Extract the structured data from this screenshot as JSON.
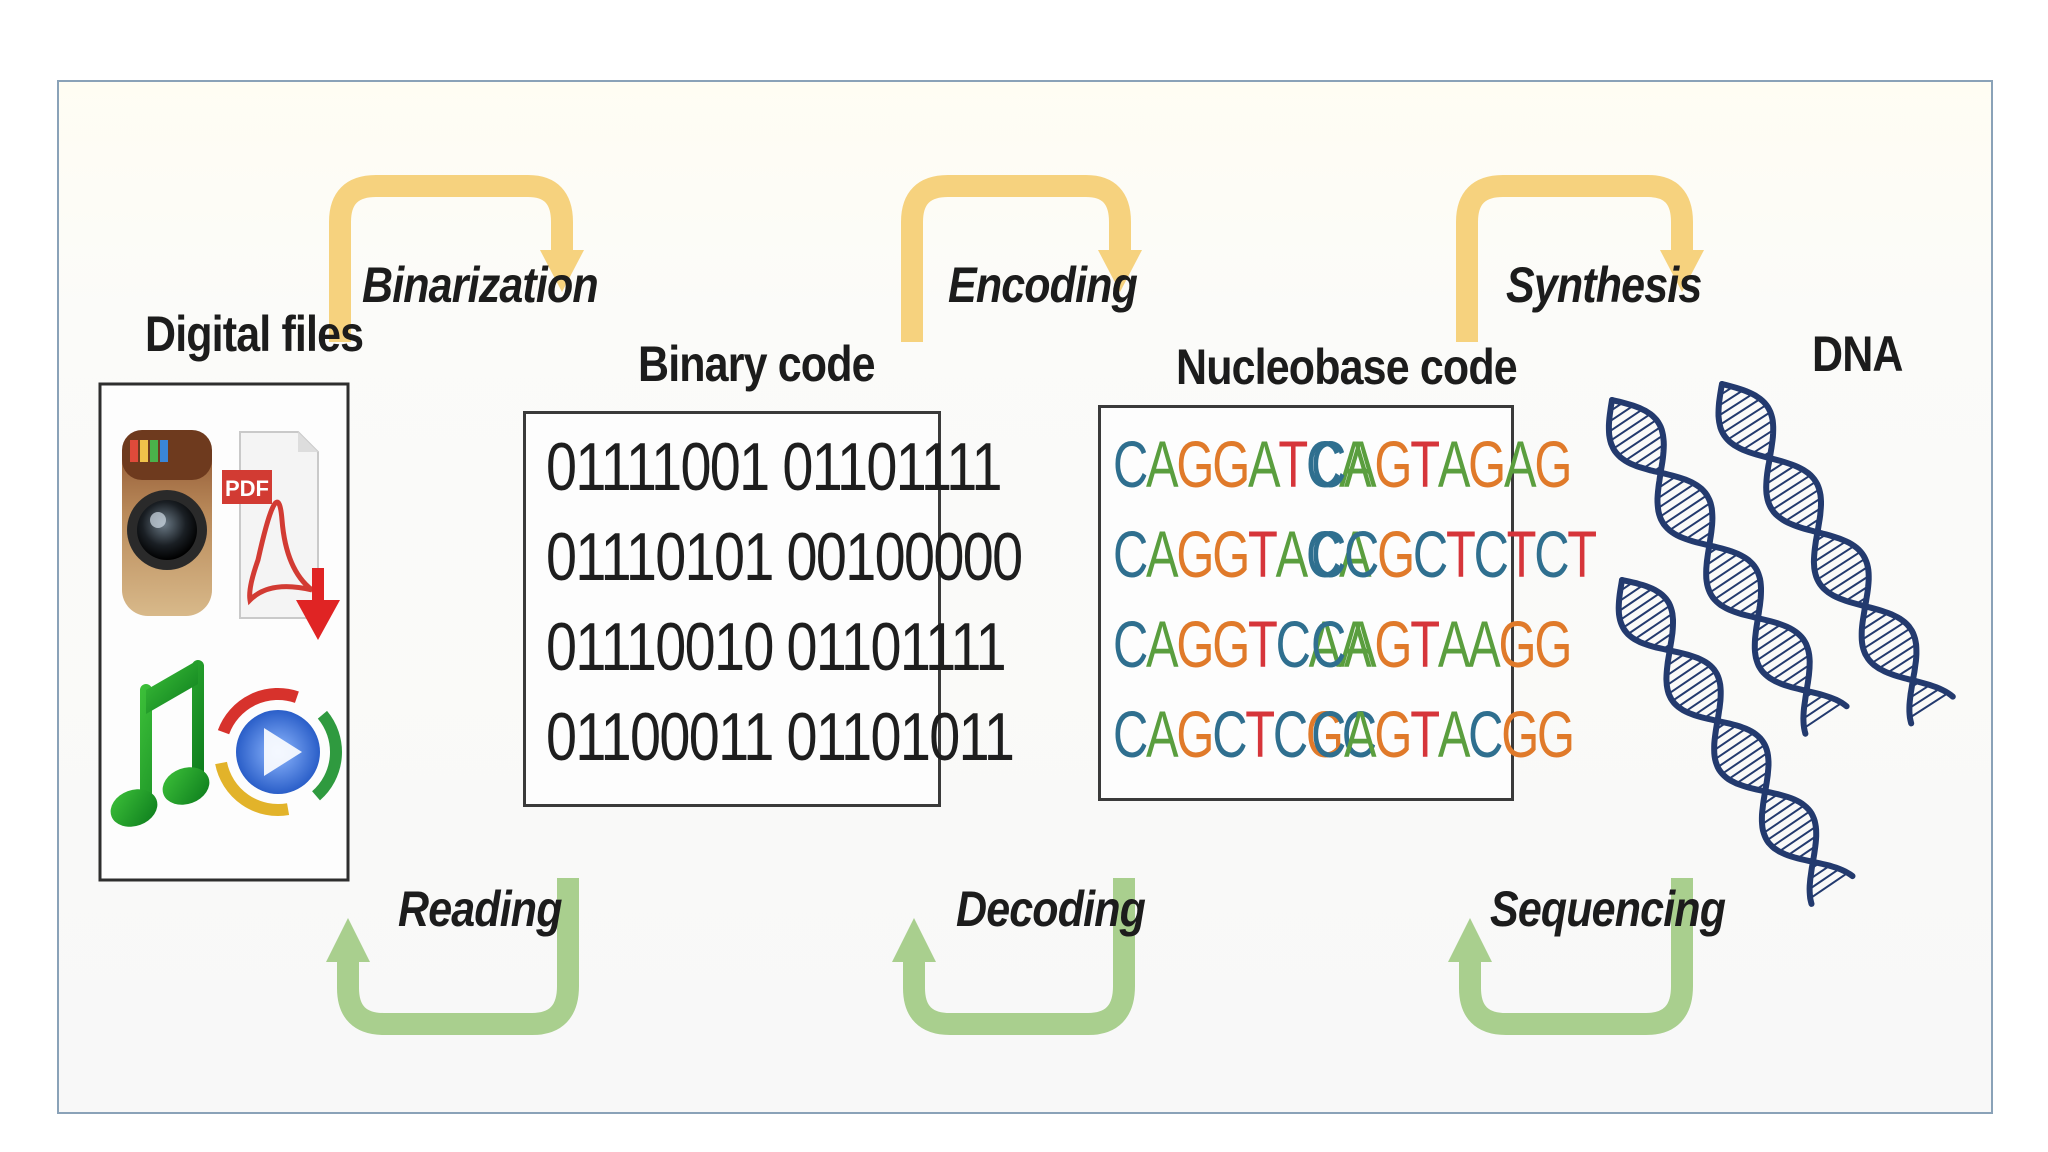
{
  "diagram": {
    "sections": {
      "digital_files": "Digital files",
      "binary_code": "Binary code",
      "nucleobase_code": "Nucleobase code",
      "dna": "DNA"
    },
    "steps": {
      "binarization": "Binarization",
      "encoding": "Encoding",
      "synthesis": "Synthesis",
      "reading": "Reading",
      "decoding": "Decoding",
      "sequencing": "Sequencing"
    },
    "binary_lines": [
      "01111001 01101111",
      "01110101 00100000",
      "01110010 01101111",
      "01100011 01101011"
    ],
    "nucleobase_lines": [
      [
        "CAGGATCA",
        "CAGTAGAG"
      ],
      [
        "CAGGTACA",
        "CCGCTCTCT"
      ],
      [
        "CAGGTCAA",
        "CAGTAAGG"
      ],
      [
        "CAGCTCGC",
        "CAGTACGG"
      ]
    ],
    "pdf_badge": "PDF",
    "colors": {
      "forward_arrow": "#f6d27e",
      "backward_arrow": "#a9cf8e",
      "base_A": "#5a9e3e",
      "base_C": "#2f6f8f",
      "base_G": "#e07a2a",
      "base_T": "#d6353a",
      "dna_strand": "#233a6e"
    },
    "icons": [
      "instagram-icon",
      "pdf-icon",
      "music-note-icon",
      "media-player-icon",
      "dna-helix-icon"
    ]
  }
}
